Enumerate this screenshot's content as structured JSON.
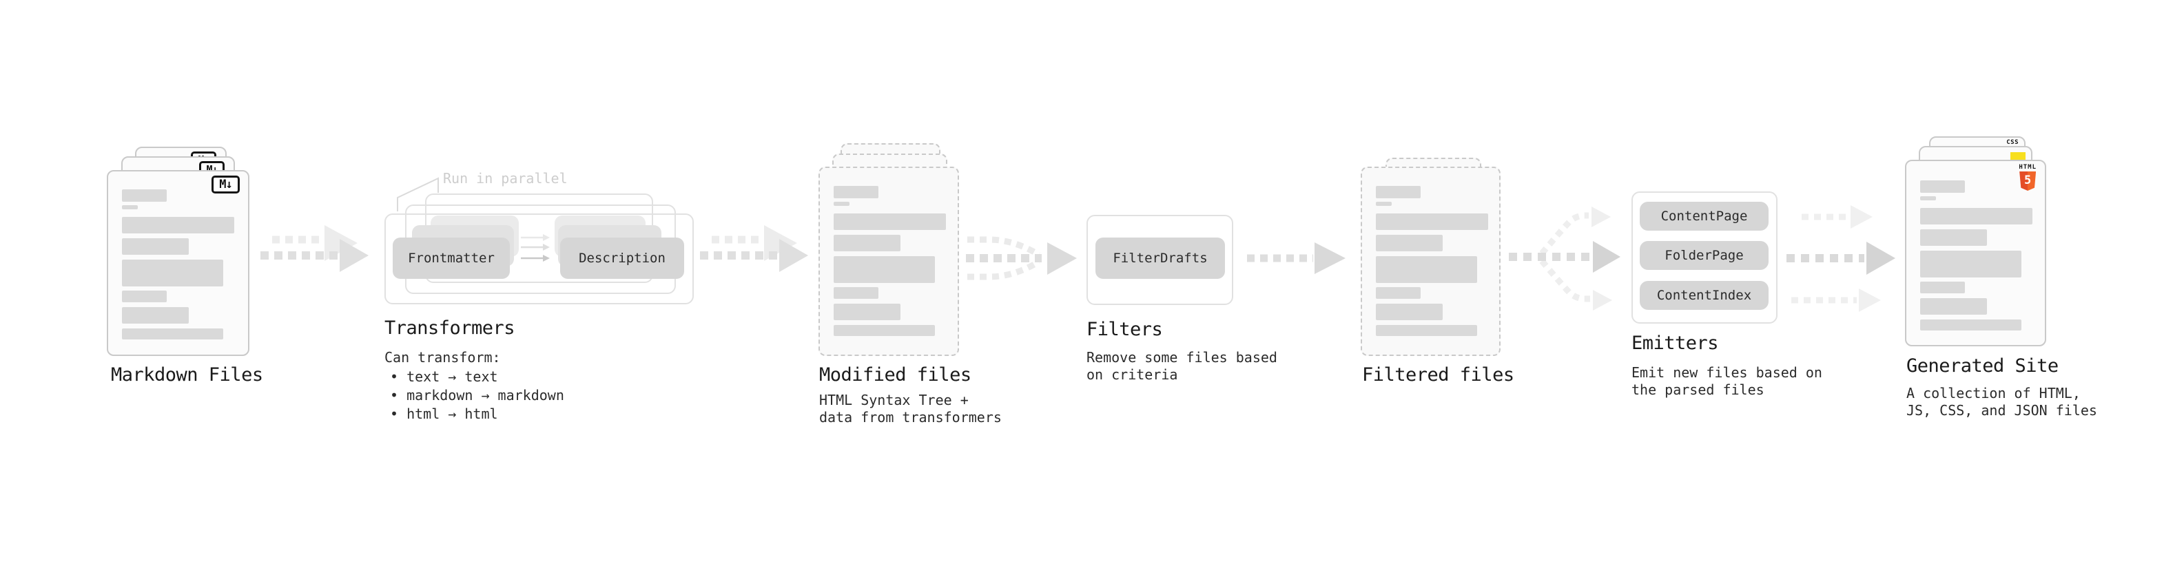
{
  "colors": {
    "accent_markdown": "#141414",
    "accent_html5_dark": "#e44d26",
    "accent_html5_light": "#f16529",
    "accent_css_blue": "#2f68f4",
    "accent_js_yellow": "#f7df1e",
    "pill_fill": "#d6d6d6",
    "skeleton_bar_fill": "#d9d9d9",
    "arrow_gray": "#dedede",
    "arrow_light_gray": "#ececec",
    "note_gray": "#cdcdcd"
  },
  "doc_skeleton": {
    "bars": [
      [
        65,
        18,
        5
      ],
      [
        23,
        6,
        11
      ],
      [
        163,
        24,
        7
      ],
      [
        97,
        24,
        7
      ],
      [
        147,
        39,
        6
      ],
      [
        65,
        17,
        7
      ],
      [
        97,
        24,
        7
      ],
      [
        147,
        16,
        0
      ]
    ]
  },
  "stages": {
    "markdown": {
      "label": "Markdown Files",
      "badge": "M↓"
    },
    "transformers": {
      "label": "Transformers",
      "note": "Run in parallel",
      "pill_left": "Frontmatter",
      "pill_right": "Description",
      "desc_title": "Can transform:",
      "bullets": [
        "• text → text",
        "• markdown → markdown",
        "• html → html"
      ]
    },
    "modified": {
      "label": "Modified files",
      "desc": [
        "HTML Syntax Tree +",
        "data from transformers"
      ]
    },
    "filters": {
      "label": "Filters",
      "pill": "FilterDrafts",
      "desc": [
        "Remove some files based",
        "on criteria"
      ]
    },
    "filtered": {
      "label": "Filtered files"
    },
    "emitters": {
      "label": "Emitters",
      "pills": [
        "ContentPage",
        "FolderPage",
        "ContentIndex"
      ],
      "desc": [
        "Emit new files based on",
        "the parsed files"
      ]
    },
    "generated": {
      "label": "Generated Site",
      "badge_html_text": "HTML",
      "badge_html_num": "5",
      "badge_css": "CSS",
      "desc": [
        "A collection of HTML,",
        "JS, CSS, and JSON files"
      ]
    }
  }
}
